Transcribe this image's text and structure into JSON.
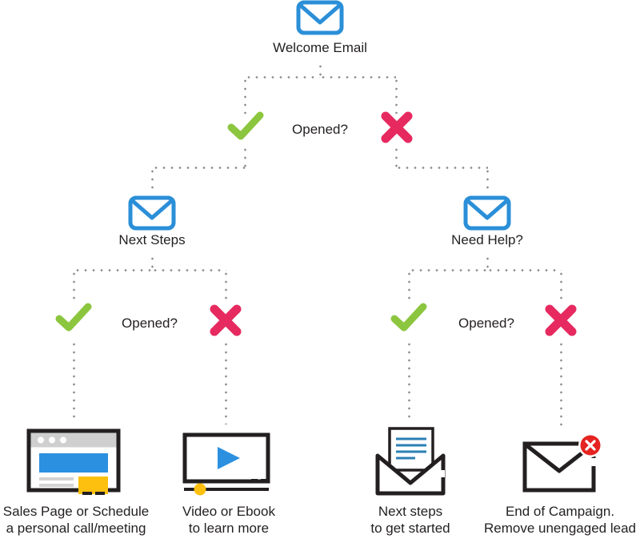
{
  "diagram": {
    "title_node": {
      "id": "welcome-email",
      "label": "Welcome Email",
      "icon": "envelope-closed-blue-icon"
    },
    "decisions": [
      {
        "id": "decision-root",
        "label": "Opened?"
      },
      {
        "id": "decision-left",
        "label": "Opened?"
      },
      {
        "id": "decision-right",
        "label": "Opened?"
      }
    ],
    "branch_icons": {
      "yes": "check-icon",
      "no": "cross-icon"
    },
    "mid_nodes": [
      {
        "id": "next-steps",
        "label": "Next Steps",
        "icon": "envelope-closed-blue-icon"
      },
      {
        "id": "need-help",
        "label": "Need Help?",
        "icon": "envelope-closed-blue-icon"
      }
    ],
    "outcomes": [
      {
        "id": "sales-page",
        "icon": "browser-window-icon",
        "line1": "Sales Page or Schedule",
        "line2": "a personal call/meeting"
      },
      {
        "id": "video-ebook",
        "icon": "video-player-icon",
        "line1": "Video or Ebook",
        "line2": "to learn more"
      },
      {
        "id": "next-steps-started",
        "icon": "envelope-open-letter-icon",
        "line1": "Next steps",
        "line2": "to get started"
      },
      {
        "id": "end-of-campaign",
        "icon": "envelope-error-icon",
        "line1": "End of Campaign.",
        "line2": "Remove unengaged lead"
      }
    ],
    "colors": {
      "envelope_blue": "#2b8fd8",
      "check_green": "#8cc63f",
      "cross_crimson": "#e62a60",
      "connector_gray": "#8d8d8d",
      "icon_dark": "#231f20",
      "banner_blue": "#2b90e0",
      "accent_yellow": "#fdc00f",
      "badge_red": "#e52320",
      "text": "#231f20"
    }
  }
}
